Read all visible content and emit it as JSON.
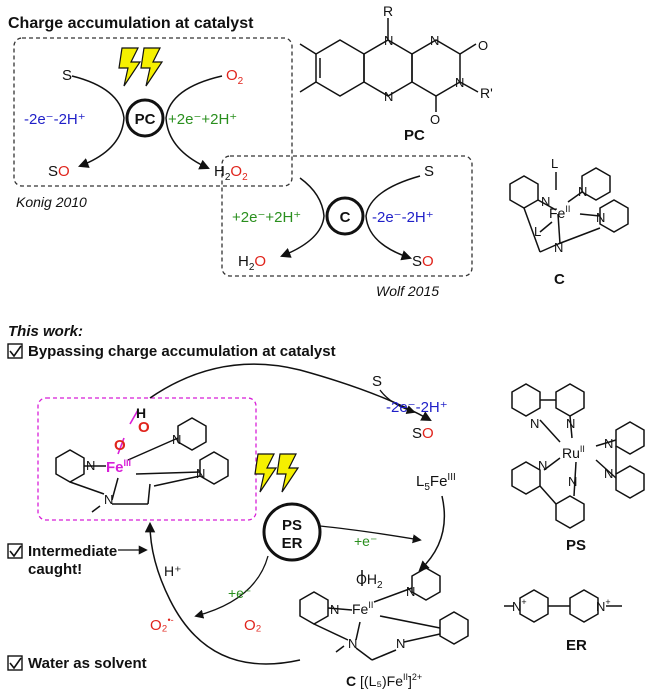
{
  "top": {
    "title": "Charge accumulation at catalyst",
    "konig_label": "Konig 2010",
    "wolf_label": "Wolf 2015",
    "pc_circle": "PC",
    "c_circle": "C",
    "pc_cycle": {
      "substrate": "S",
      "oxidant": "O",
      "oxidant_sub": "2",
      "left_process": "-2e⁻-2H⁺",
      "right_process": "+2e⁻+2H⁺",
      "product_s": "S",
      "product_o": "O",
      "h2o2_h": "H",
      "h2o2_sub1": "2",
      "h2o2_o": "O",
      "h2o2_sub2": "2"
    },
    "c_cycle": {
      "left_process": "+2e⁻+2H⁺",
      "right_process": "-2e⁻-2H⁺",
      "water_h": "H",
      "water_sub": "2",
      "water_o": "O",
      "substrate": "S",
      "product_s": "S",
      "product_o": "O"
    },
    "pc_structure": {
      "caption": "PC",
      "sub_r": "R",
      "sub_r_prime": "R'",
      "atoms": [
        "N",
        "N",
        "N",
        "N",
        "O",
        "O"
      ]
    },
    "c_structure": {
      "caption": "C",
      "ligand_top": "L",
      "ligand_left": "L",
      "metal": "Fe",
      "metal_ox": "II",
      "atoms": [
        "N",
        "N",
        "N",
        "N"
      ]
    }
  },
  "bottom": {
    "this_work": "This work:",
    "check1": "Bypassing charge accumulation at catalyst",
    "check2_line1": "Intermediate",
    "check2_line2": "caught!",
    "check3": "Water as solvent",
    "ps_line1": "PS",
    "ps_line2": "ER",
    "substrate": "S",
    "process": "-2e⁻-2H⁺",
    "product_s": "S",
    "product_o": "O",
    "l5fe": "L",
    "l5fe_sub": "5",
    "l5fe_metal": "Fe",
    "l5fe_ox": "III",
    "e_minus_1": "+e⁻",
    "e_minus_2": "+e⁻",
    "h_plus": "H⁺",
    "superoxide": "O₂",
    "superoxide_charge": "•-",
    "oxygen": "O₂",
    "intermediate": {
      "h": "H",
      "o1": "O",
      "o2": "O",
      "metal": "Fe",
      "metal_ox": "III",
      "atoms": [
        "N",
        "N",
        "N",
        "N"
      ]
    },
    "aqua_complex": {
      "oh2": "OH",
      "oh2_sub": "2",
      "metal": "Fe",
      "metal_ox": "II",
      "atoms": [
        "N",
        "N",
        "N",
        "N"
      ],
      "caption_c": "C",
      "caption_formula": "[(L₅)Fe",
      "caption_ox": "II",
      "caption_close": "]",
      "caption_charge": "2+"
    },
    "ps_structure": {
      "caption": "PS",
      "metal": "Ru",
      "metal_ox": "II",
      "atoms": [
        "N",
        "N",
        "N",
        "N",
        "N",
        "N"
      ]
    },
    "er_structure": {
      "caption": "ER",
      "n_left": "N",
      "n_right": "N",
      "charge": "+"
    }
  },
  "colors": {
    "blue": "#1f1fc8",
    "green": "#2a8f1e",
    "red": "#e0241c",
    "magenta": "#d81fd8",
    "bolt_fill": "#f5f000",
    "black": "#111111"
  }
}
